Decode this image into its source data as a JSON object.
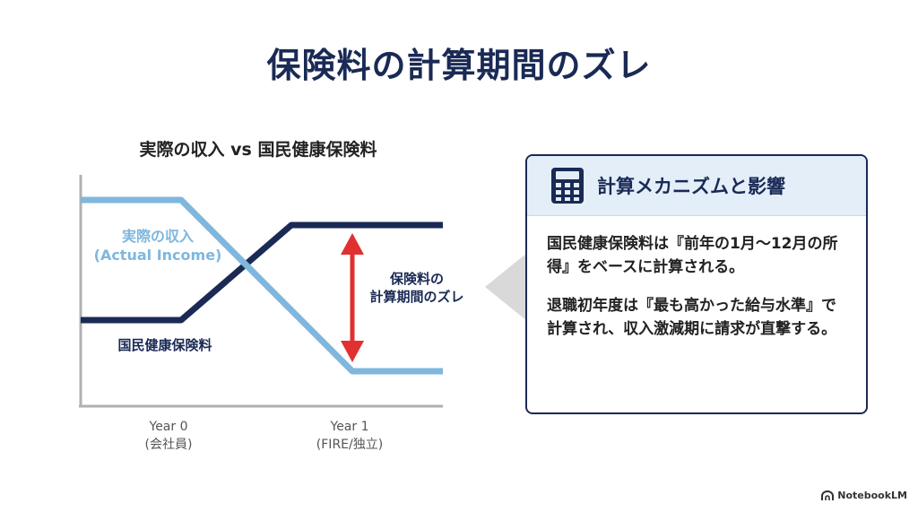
{
  "title": "保険料の計算期間のズレ",
  "chart": {
    "title": "実際の収入 vs 国民健康保険料",
    "income_label_jp": "実際の収入",
    "income_label_en": "(Actual Income)",
    "premium_label": "国民健康保険料",
    "gap_label_1": "保険料の",
    "gap_label_2": "計算期間のズレ",
    "x0_line1": "Year 0",
    "x0_line2": "(会社員)",
    "x1_line1": "Year 1",
    "x1_line2": "(FIRE/独立)",
    "colors": {
      "income": "#7fb7de",
      "premium": "#1a2a55",
      "arrow": "#e03030",
      "axis": "#b0b0b0"
    }
  },
  "card": {
    "icon": "calculator-icon",
    "heading": "計算メカニズムと影響",
    "para1": "国民健康保険料は『前年の1月〜12月の所得』をベースに計算される。",
    "para2": "退職初年度は『最も高かった給与水準』で計算され、収入激減期に請求が直撃する。"
  },
  "watermark": "NotebookLM"
}
